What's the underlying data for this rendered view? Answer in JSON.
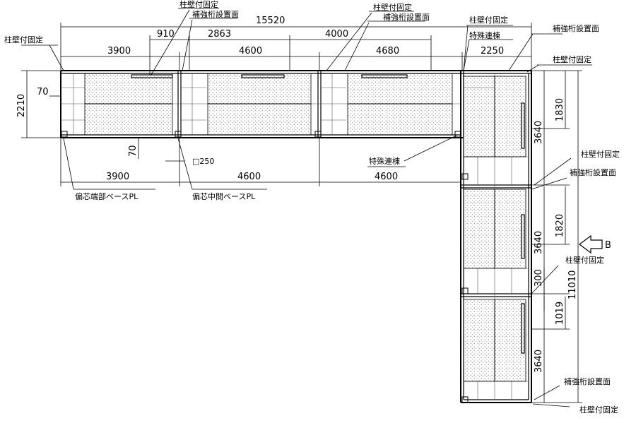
{
  "labels": {
    "column_wall_fixing": "柱壁付固定",
    "reinforcing_beam_surface": "補強桁設置面",
    "special_connection": "特殊連棟",
    "eccentric_end_base_pl": "偏芯端部ベースPL",
    "eccentric_middle_base_pl": "偏芯中間ベースPL",
    "column_size": "□250",
    "view_b": "B"
  },
  "dimensions": {
    "overall_width": "15520",
    "d910": "910",
    "d2863": "2863",
    "d4000": "4000",
    "top_bay1": "3900",
    "top_bay2": "4600",
    "top_bay3": "4680",
    "top_bay4": "2250",
    "bottom_bay1": "3900",
    "bottom_bay2": "4600",
    "bottom_bay3": "4600",
    "depth": "2210",
    "d70_left": "70",
    "d70_bottom": "70",
    "right_1830": "1830",
    "right_3640_a": "3640",
    "right_1820": "1820",
    "right_3640_b": "3640",
    "right_300": "300",
    "right_1019": "1019",
    "right_11010": "11010",
    "right_3640_c": "3640"
  }
}
